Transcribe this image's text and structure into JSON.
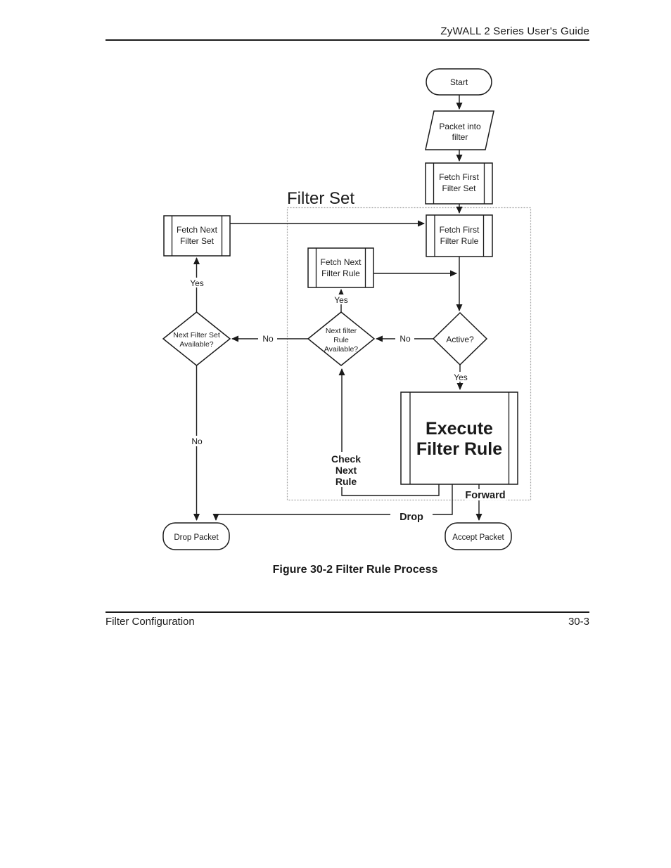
{
  "page": {
    "header_title": "ZyWALL 2 Series User's Guide",
    "caption": "Figure 30-2 Filter Rule Process",
    "footer_left": "Filter Configuration",
    "footer_right": "30-3"
  },
  "diagram": {
    "region_label": "Filter Set",
    "nodes": {
      "start": "Start",
      "packet_into_filter": [
        "Packet into",
        "filter"
      ],
      "fetch_first_filter_set": [
        "Fetch First",
        "Filter Set"
      ],
      "fetch_next_filter_set": [
        "Fetch Next",
        "Filter Set"
      ],
      "fetch_first_filter_rule": [
        "Fetch First",
        "Filter Rule"
      ],
      "fetch_next_filter_rule": [
        "Fetch Next",
        "Filter Rule"
      ],
      "next_filter_set_available": [
        "Next Filter Set",
        "Available?"
      ],
      "next_filter_rule_available": [
        "Next filter",
        "Rule",
        "Available?"
      ],
      "active": "Active?",
      "execute_filter_rule": [
        "Execute",
        "Filter Rule"
      ],
      "drop_packet": "Drop Packet",
      "accept_packet": "Accept Packet"
    },
    "edge_labels": {
      "yes_set": "Yes",
      "yes_rule": "Yes",
      "yes_active": "Yes",
      "no_active": "No",
      "no_rule": "No",
      "no_set": "No",
      "check_next_rule": [
        "Check",
        "Next",
        "Rule"
      ],
      "forward": "Forward",
      "drop": "Drop"
    },
    "colors": {
      "line": "#1a1a1a",
      "region_border": "#a3a3a3"
    }
  }
}
